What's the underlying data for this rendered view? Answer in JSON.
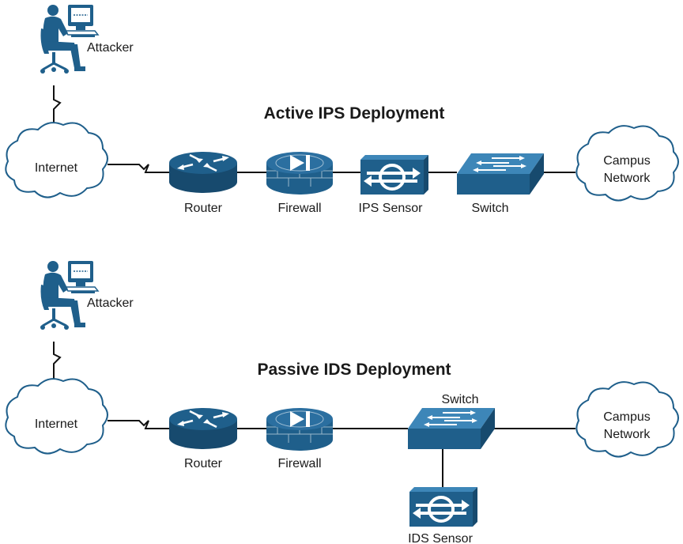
{
  "colors": {
    "device_blue": "#1f5f8b",
    "device_dark": "#174a6e",
    "device_light": "#3d86b8",
    "person": "#1f5f8b",
    "wire": "#111111"
  },
  "active": {
    "title": "Active IPS Deployment",
    "attacker": "Attacker",
    "internet": "Internet",
    "router": "Router",
    "firewall": "Firewall",
    "sensor": "IPS Sensor",
    "switch": "Switch",
    "campus_line1": "Campus",
    "campus_line2": "Network"
  },
  "passive": {
    "title": "Passive IDS Deployment",
    "attacker": "Attacker",
    "internet": "Internet",
    "router": "Router",
    "firewall": "Firewall",
    "switch": "Switch",
    "sensor": "IDS Sensor",
    "campus_line1": "Campus",
    "campus_line2": "Network"
  },
  "icons": {
    "attacker": "person-at-computer-icon",
    "internet": "cloud-icon",
    "router": "router-icon",
    "firewall": "firewall-icon",
    "sensor": "ips-sensor-icon",
    "switch": "switch-icon",
    "campus": "cloud-icon"
  }
}
